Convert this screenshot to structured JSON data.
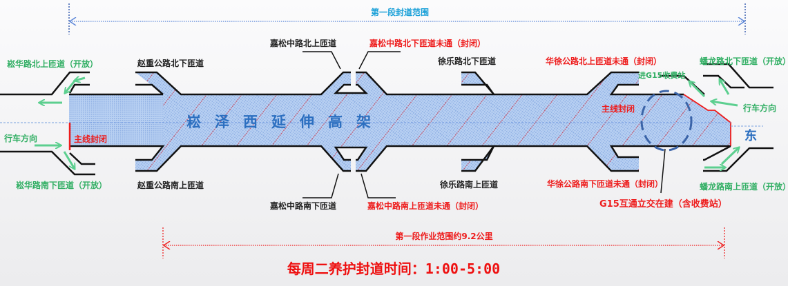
{
  "colors": {
    "road_fill": "#a9c6ee",
    "hatch": "#ee2222",
    "outline": "#111111",
    "closed_text": "#ee1c1c",
    "open_text": "#2fae62",
    "range_blue": "#1aa0d8",
    "arrow_green": "#5ccf8f"
  },
  "top_range": {
    "label": "第一段封道范围"
  },
  "bottom_range": {
    "label": "第一段作业范围约9.2公里"
  },
  "viaduct_title": [
    "崧",
    "泽",
    "西",
    "延",
    "伸",
    "高",
    "架"
  ],
  "east_label": "东",
  "schedule": "每周二养护封道时间：1:00-5:00",
  "mainline": {
    "closed_left": "主线封闭",
    "closed_right": "主线封闭"
  },
  "direction": {
    "left": "行车方向",
    "right": "行车方向"
  },
  "ramps": {
    "songhua_north": {
      "name": "崧华路北上匝道（开放）",
      "status": "open"
    },
    "songhua_south": {
      "name": "崧华路南下匝道（开放）",
      "status": "open"
    },
    "zhaozhong_north": {
      "name": "赵重公路北下匝道",
      "status": "normal"
    },
    "zhaozhong_south": {
      "name": "赵重公路南上匝道",
      "status": "normal"
    },
    "jiasong_north_up": {
      "name": "嘉松中路北上匝道",
      "status": "normal"
    },
    "jiasong_north_down": {
      "name": "嘉松中路北下匝道未通（封闭）",
      "status": "closed"
    },
    "jiasong_south_down": {
      "name": "嘉松中路南下匝道",
      "status": "normal"
    },
    "jiasong_south_up": {
      "name": "嘉松中路南上匝道未通（封闭）",
      "status": "closed"
    },
    "xule_north": {
      "name": "徐乐路北下匝道",
      "status": "normal"
    },
    "xule_south": {
      "name": "徐乐路南上匝道",
      "status": "normal"
    },
    "huaxu_north": {
      "name": "华徐公路北上匝道未通（封闭）",
      "status": "closed"
    },
    "huaxu_south": {
      "name": "华徐公路南下匝道未通（封闭）",
      "status": "closed"
    },
    "panlong_north": {
      "name": "蟠龙路北下匝道（开放）",
      "status": "open"
    },
    "panlong_south": {
      "name": "蟠龙路南上匝道（开放）",
      "status": "open"
    },
    "g15_toll": {
      "name": "进G15收费站",
      "status": "open"
    }
  },
  "g15_interchange": {
    "name": "G15互通立交在建（含收费站）"
  }
}
